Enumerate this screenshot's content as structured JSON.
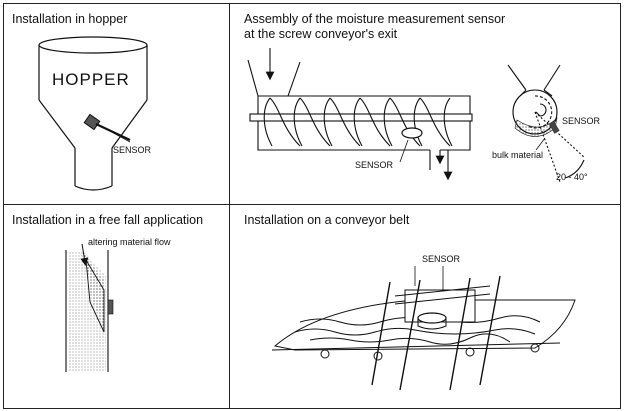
{
  "panels": {
    "hopper": {
      "title": "Installation in hopper",
      "hopper_label": "HOPPER",
      "sensor_label": "SENSOR"
    },
    "screw": {
      "title": "Assembly of the moisture measurement sensor\nat the screw conveyor's exit",
      "sensor_label": "SENSOR",
      "side_sensor_label": "SENSOR",
      "bulk_label": "bulk material",
      "angle_label": "20 - 40°"
    },
    "freefall": {
      "title": "Installation in a free fall application",
      "flow_label": "altering material flow"
    },
    "belt": {
      "title": "Installation on a conveyor belt",
      "sensor_label": "SENSOR"
    }
  }
}
